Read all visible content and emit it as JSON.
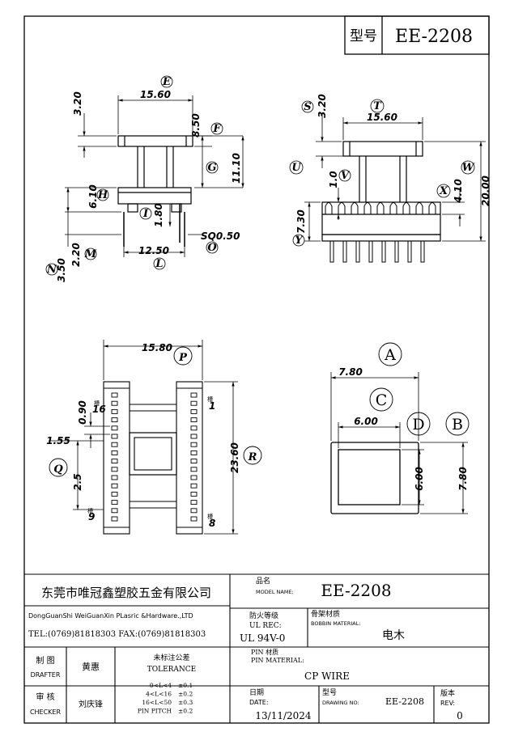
{
  "header": {
    "type_label": "型号",
    "model": "EE-2208"
  },
  "view_top": {
    "dims": {
      "e_width": "15.60",
      "top": "3.20",
      "f": "8.50",
      "g": "11.10",
      "h": "6.10",
      "i": "1.80",
      "l": "12.50",
      "m": "2.20",
      "n": "3.50",
      "o": "SQ0.50"
    },
    "letters": {
      "e": "E",
      "f": "F",
      "g": "G",
      "h": "H",
      "i": "I",
      "l": "L",
      "m": "M",
      "n": "N",
      "o": "O"
    }
  },
  "view_side": {
    "dims": {
      "s": "3.20",
      "t": "15.60",
      "u": "1.0",
      "v": "V",
      "w": "20.00",
      "x": "4.10",
      "y": "7.30"
    },
    "letters": {
      "s": "S",
      "t": "T",
      "u": "U",
      "v": "V",
      "w": "W",
      "x": "X",
      "y": "Y"
    }
  },
  "view_bottom": {
    "dims": {
      "p": "15.80",
      "pitch": "0.90",
      "q1": "1.55",
      "q2": "2.5",
      "r": "23.60"
    },
    "letters": {
      "p": "P",
      "q": "Q",
      "r": "R"
    },
    "slot_label": "槽",
    "pins": {
      "tl": "16",
      "tr": "1",
      "bl": "9",
      "br": "8"
    }
  },
  "view_core": {
    "dims": {
      "a": "7.80",
      "c": "6.00",
      "d": "6.00",
      "b": "7.80"
    },
    "letters": {
      "a": "A",
      "b": "B",
      "c": "C",
      "d": "D"
    }
  },
  "title_block": {
    "company_cn": "东莞市唯冠鑫塑胶五金有限公司",
    "company_en": "DongGuanShi WeiGuanXin PLasric &Hardware.,LTD",
    "tel_fax": "TEL:(0769)81818303   FAX:(0769)81818303",
    "model_cn": "品名",
    "model_en": "MODEL NAME:",
    "model_value": "EE-2208",
    "fire_cn": "防火等级",
    "fire_en": "UL REC:",
    "fire_value": "UL 94V-0",
    "bobbin_cn": "骨架材质",
    "bobbin_en": "BOBBIN MATERIAL:",
    "bobbin_value": "电木",
    "drafter_cn": "制  图",
    "drafter_en": "DRAFTER",
    "drafter_name": "黄惠",
    "tol_cn": "未标注公差",
    "tol_en": "TOLERANCE",
    "pin_cn": "PIN 材质",
    "pin_en": "PIN MATERIAL:",
    "pin_value": "CP WIRE",
    "checker_cn": "审  核",
    "checker_en": "CHECKER",
    "checker_name": "刘庆锋",
    "tol_rows": [
      {
        "range": "0<L<4",
        "val": "±0.1"
      },
      {
        "range": "4<L<16",
        "val": "±0.2"
      },
      {
        "range": "16<L<50",
        "val": "±0.3"
      },
      {
        "range": "PIN PITCH",
        "val": "±0.2"
      }
    ],
    "date_cn": "日期",
    "date_en": "DATE:",
    "date_value": "13/11/2024",
    "drawing_cn": "型号",
    "drawing_en": "DRAWING NO:",
    "drawing_value": "EE-2208",
    "rev_cn": "版本",
    "rev_en": "REV:",
    "rev_value": "0"
  }
}
